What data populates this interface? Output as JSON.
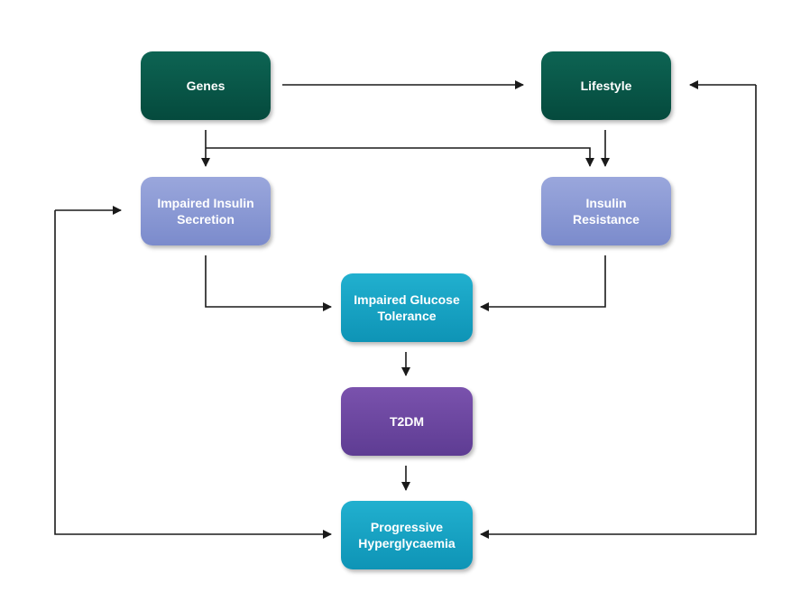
{
  "nodes": {
    "genes": {
      "label": "Genes"
    },
    "lifestyle": {
      "label": "Lifestyle"
    },
    "impaired_insulin_secretion": {
      "label": "Impaired Insulin\nSecretion"
    },
    "insulin_resistance": {
      "label": "Insulin\nResistance"
    },
    "impaired_glucose_tolerance": {
      "label": "Impaired Glucose\nTolerance"
    },
    "t2dm": {
      "label": "T2DM"
    },
    "progressive_hyperglycaemia": {
      "label": "Progressive\nHyperglycaemia"
    }
  },
  "colors": {
    "dark_green": "#054a3d",
    "lilac": "#8593d2",
    "teal": "#169fc1",
    "purple": "#6a47a0",
    "arrow": "#1a1a1a"
  }
}
